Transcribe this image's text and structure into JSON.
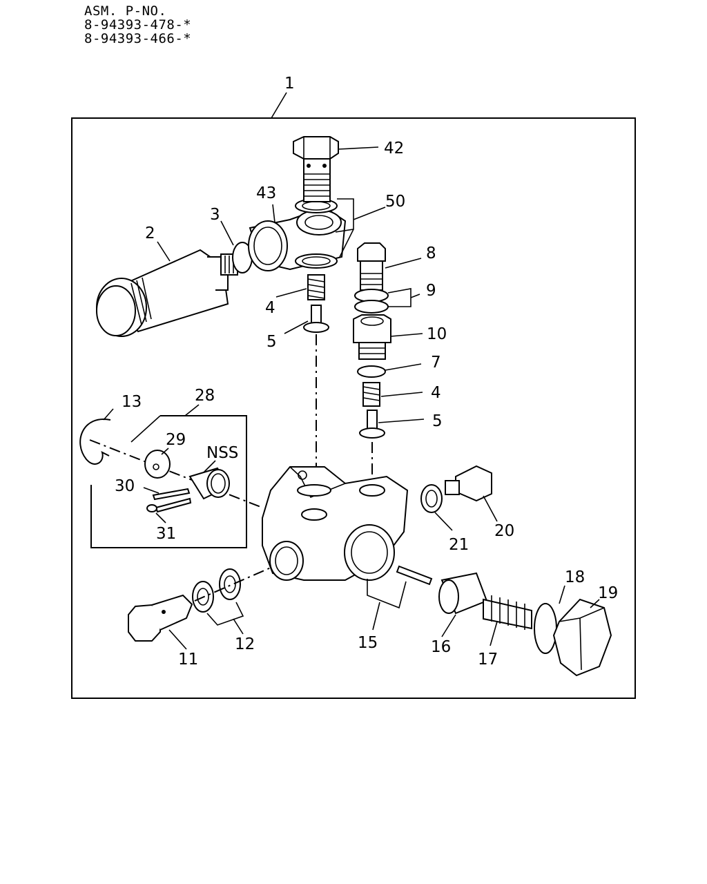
{
  "header": {
    "title": "ASM. P-NO.",
    "part_numbers": [
      "8-94393-478-*",
      "8-94393-466-*"
    ]
  },
  "callouts": {
    "c1": "1",
    "c42": "42",
    "c43": "43",
    "c50": "50",
    "c3": "3",
    "c2": "2",
    "c8": "8",
    "c9": "9",
    "c4a": "4",
    "c5a": "5",
    "c10": "10",
    "c7": "7",
    "c4b": "4",
    "c5b": "5",
    "c13": "13",
    "c28": "28",
    "c29": "29",
    "nss": "NSS",
    "c30": "30",
    "c31": "31",
    "c20": "20",
    "c21": "21",
    "c18": "18",
    "c19": "19",
    "c11": "11",
    "c12": "12",
    "c15": "15",
    "c16": "16",
    "c17": "17"
  }
}
